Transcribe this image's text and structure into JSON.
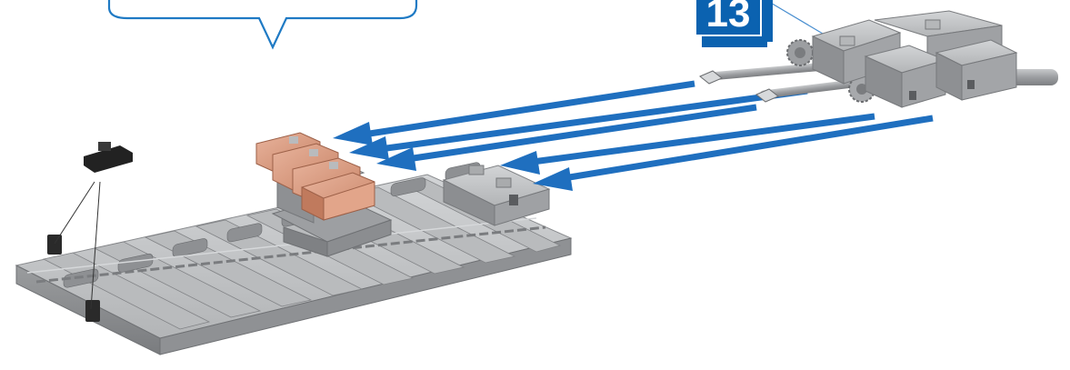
{
  "callout": {
    "text": ""
  },
  "step": {
    "number": "13"
  },
  "colors": {
    "arrow": "#1f6fbf",
    "brick_gray": "#a5a7a9",
    "brick_dark": "#7d7f82",
    "brick_light": "#c9cbcd",
    "copper": "#d99a80",
    "copper_dark": "#b87660",
    "badge_blue": "#0b62b0",
    "black_part": "#222222"
  },
  "icons": {
    "speech_callout": "callout-bubble",
    "step_badge": "step-number-badge",
    "arrows": "assembly-direction-arrow"
  }
}
